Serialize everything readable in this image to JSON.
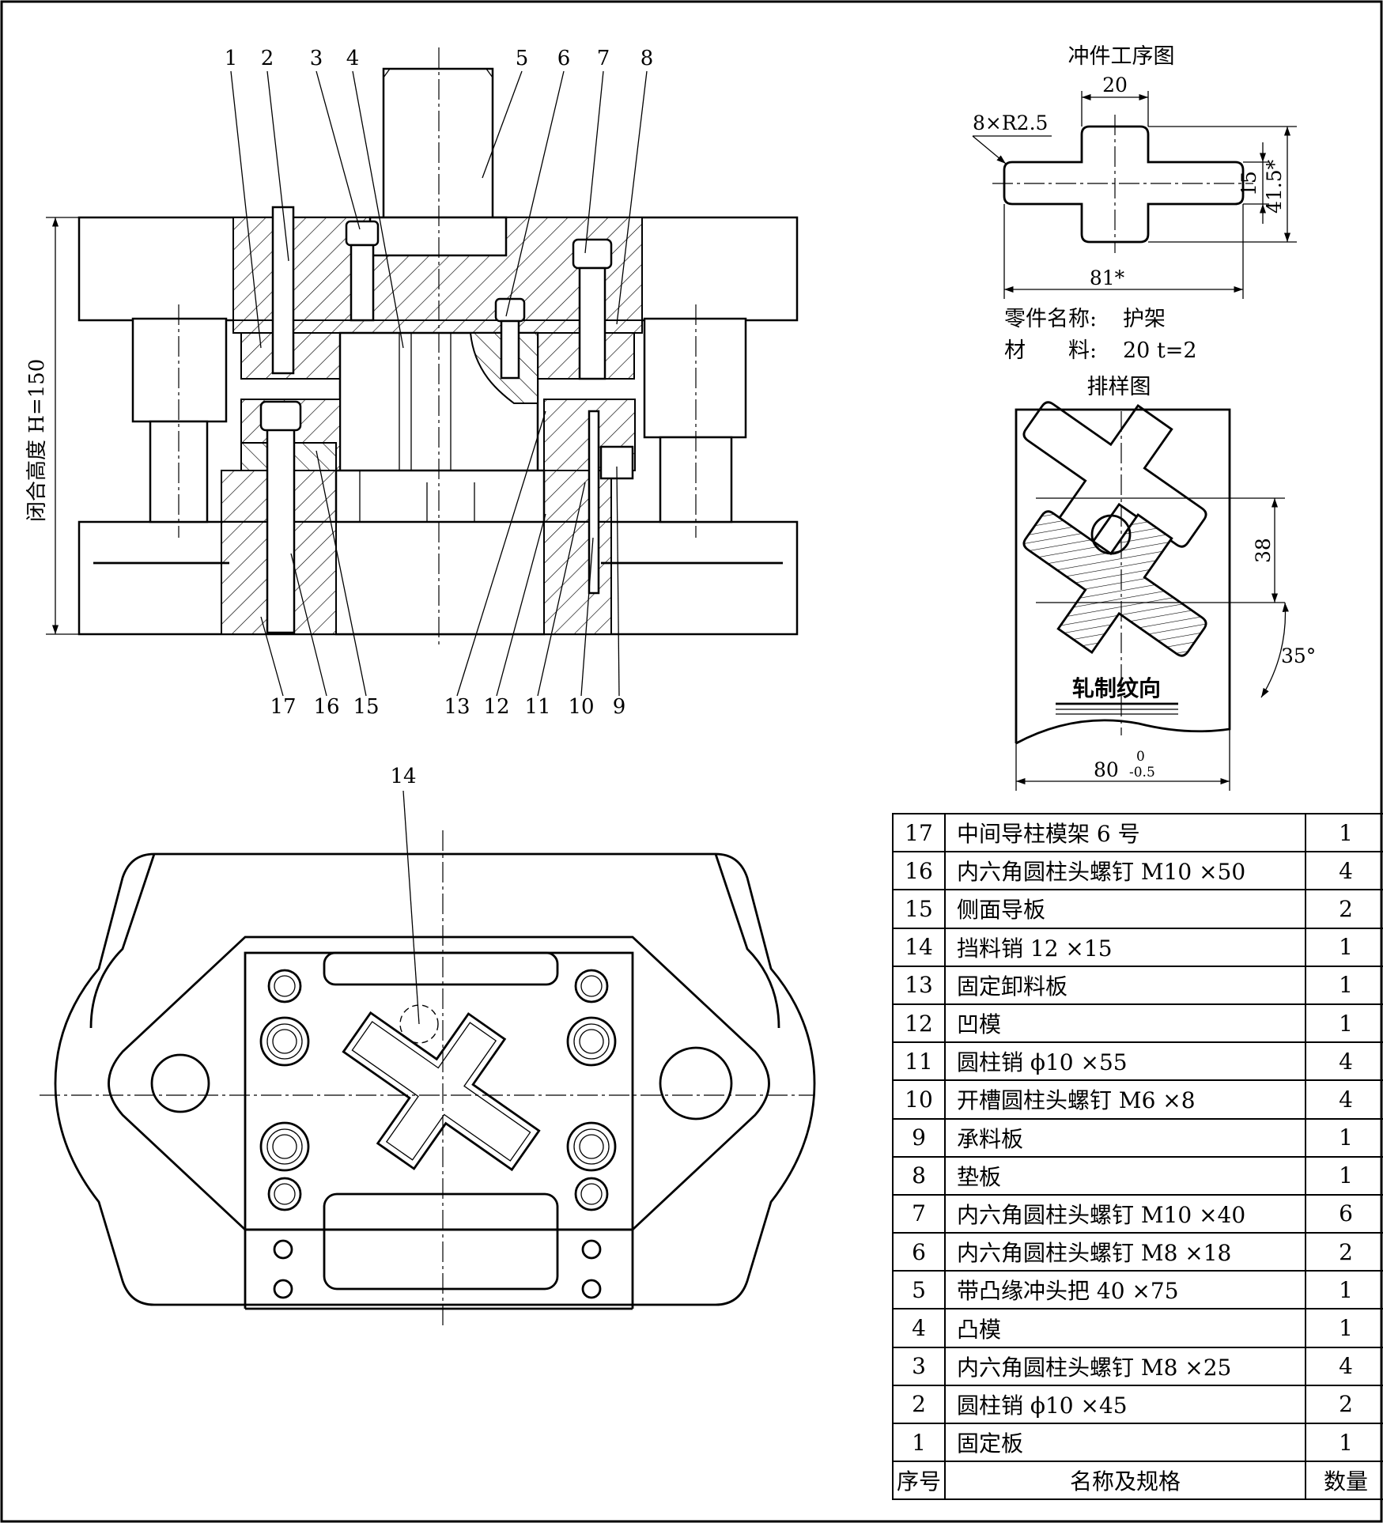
{
  "section_view": {
    "closed_height_label": "闭合高度 H=150",
    "part_callouts_top": [
      "1",
      "2",
      "3",
      "4",
      "5",
      "6",
      "7",
      "8"
    ],
    "part_callouts_bottom": [
      "17",
      "16",
      "15",
      "13",
      "12",
      "11",
      "10",
      "9"
    ]
  },
  "plan_view": {
    "callout": "14"
  },
  "part_drawing": {
    "title": "冲件工序图",
    "dim_width_top": "20",
    "dim_radius": "8×R2.5",
    "dim_height_small": "15",
    "dim_height_total": "41.5*",
    "dim_width_total": "81*",
    "part_name_label": "零件名称:",
    "part_name_value": "护架",
    "material_label": "材　　料:",
    "material_value": "20 t=2"
  },
  "layout_drawing": {
    "title": "排样图",
    "dim_pitch": "38",
    "dim_angle": "35°",
    "rolling_direction": "轧制纹向",
    "strip_width": "80",
    "strip_tol_upper": "0",
    "strip_tol_lower": "-0.5"
  },
  "bom": {
    "header": {
      "no": "序号",
      "name": "名称及规格",
      "qty": "数量"
    },
    "rows": [
      {
        "no": "17",
        "name": "中间导柱模架 6 号",
        "qty": "1"
      },
      {
        "no": "16",
        "name": "内六角圆柱头螺钉 M10 ×50",
        "qty": "4"
      },
      {
        "no": "15",
        "name": "侧面导板",
        "qty": "2"
      },
      {
        "no": "14",
        "name": "挡料销 12 ×15",
        "qty": "1"
      },
      {
        "no": "13",
        "name": "固定卸料板",
        "qty": "1"
      },
      {
        "no": "12",
        "name": "凹模",
        "qty": "1"
      },
      {
        "no": "11",
        "name": "圆柱销 ϕ10 ×55",
        "qty": "4"
      },
      {
        "no": "10",
        "name": "开槽圆柱头螺钉 M6 ×8",
        "qty": "4"
      },
      {
        "no": "9",
        "name": "承料板",
        "qty": "1"
      },
      {
        "no": "8",
        "name": "垫板",
        "qty": "1"
      },
      {
        "no": "7",
        "name": "内六角圆柱头螺钉 M10 ×40",
        "qty": "6"
      },
      {
        "no": "6",
        "name": "内六角圆柱头螺钉 M8 ×18",
        "qty": "2"
      },
      {
        "no": "5",
        "name": "带凸缘冲头把 40 ×75",
        "qty": "1"
      },
      {
        "no": "4",
        "name": "凸模",
        "qty": "1"
      },
      {
        "no": "3",
        "name": "内六角圆柱头螺钉 M8 ×25",
        "qty": "4"
      },
      {
        "no": "2",
        "name": "圆柱销 ϕ10 ×45",
        "qty": "2"
      },
      {
        "no": "1",
        "name": "固定板",
        "qty": "1"
      }
    ]
  }
}
